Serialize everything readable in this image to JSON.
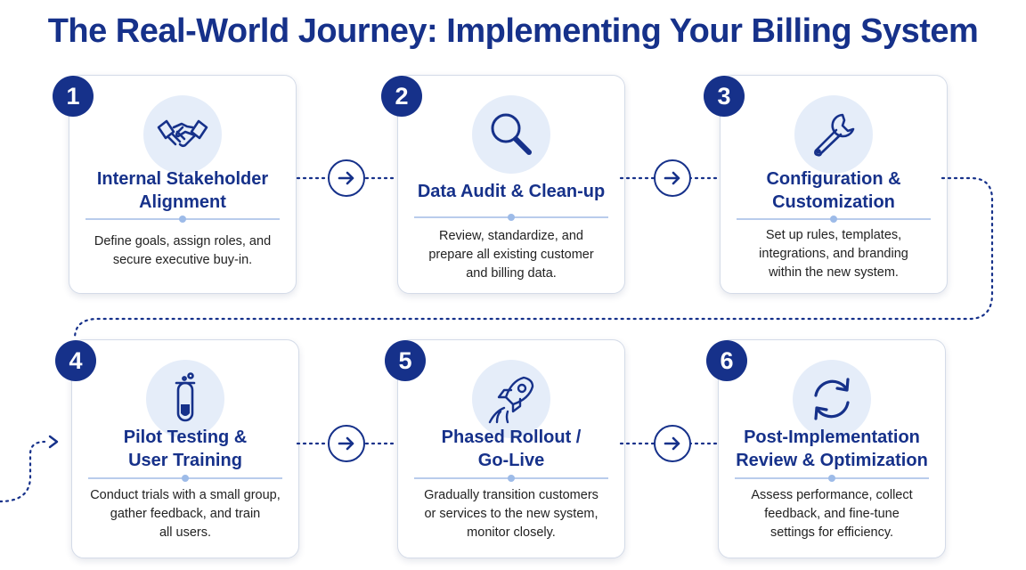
{
  "title": "The Real-World Journey: Implementing Your Billing System",
  "steps": [
    {
      "number": "1",
      "icon": "handshake-icon",
      "heading_lines": [
        "Internal Stakeholder",
        "Alignment"
      ],
      "desc_lines": [
        "Define goals, assign roles, and",
        "secure executive buy-in."
      ]
    },
    {
      "number": "2",
      "icon": "magnifier-icon",
      "heading_lines": [
        "Data Audit & Clean-up"
      ],
      "desc_lines": [
        "Review, standardize, and",
        "prepare all existing customer",
        "and billing data."
      ]
    },
    {
      "number": "3",
      "icon": "wrench-icon",
      "heading_lines": [
        "Configuration &",
        "Customization"
      ],
      "desc_lines": [
        "Set up rules, templates,",
        "integrations, and branding",
        "within the new system."
      ]
    },
    {
      "number": "4",
      "icon": "test-tube-icon",
      "heading_lines": [
        "Pilot Testing &",
        "User Training"
      ],
      "desc_lines": [
        "Conduct trials with a small group,",
        "gather feedback, and train",
        "all users."
      ]
    },
    {
      "number": "5",
      "icon": "rocket-icon",
      "heading_lines": [
        "Phased Rollout /",
        "Go-Live"
      ],
      "desc_lines": [
        "Gradually transition customers",
        "or services to the new system,",
        "monitor closely."
      ]
    },
    {
      "number": "6",
      "icon": "refresh-cycle-icon",
      "heading_lines": [
        "Post-Implementation",
        "Review & Optimization"
      ],
      "desc_lines": [
        "Assess performance, collect",
        "feedback, and fine-tune",
        "settings for efficiency."
      ]
    }
  ],
  "colors": {
    "primary": "#16318a",
    "icon_bg": "#e5edf9",
    "divider": "#b9ccec",
    "border": "#d4dbe8"
  }
}
